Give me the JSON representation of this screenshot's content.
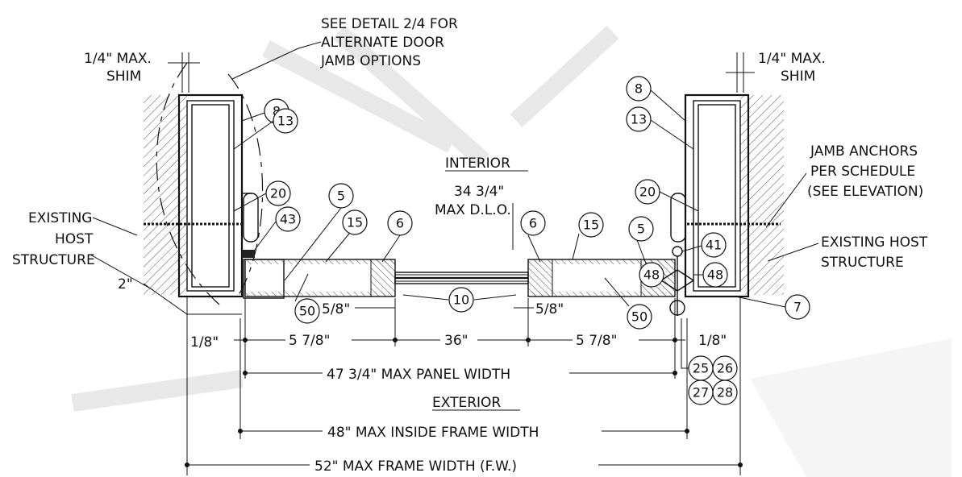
{
  "labels": {
    "see_detail": [
      "SEE DETAIL 2/4 FOR",
      "ALTERNATE DOOR",
      "JAMB OPTIONS"
    ],
    "shim_left": [
      "1/4\" MAX.",
      "SHIM"
    ],
    "shim_right": [
      "1/4\" MAX.",
      "SHIM"
    ],
    "interior": "INTERIOR",
    "exterior": "EXTERIOR",
    "dlo": [
      "34 3/4\"",
      "MAX D.L.O."
    ],
    "jamb_anchors": [
      "JAMB ANCHORS",
      "PER SCHEDULE",
      "(SEE ELEVATION)"
    ],
    "host_left": [
      "EXISTING",
      "HOST",
      "STRUCTURE"
    ],
    "host_right": [
      "EXISTING HOST",
      "STRUCTURE"
    ]
  },
  "dimensions": {
    "d_2": "2\"",
    "d_1_8_left": "1/8\"",
    "d_5_8_left": "5/8\"",
    "d_5_8_right": "5/8\"",
    "d_5_7_8_left": "5 7/8\"",
    "d_36": "36\"",
    "d_5_7_8_right": "5 7/8\"",
    "d_1_8_right": "1/8\"",
    "panel_width": "47 3/4\" MAX PANEL WIDTH",
    "inside_frame_width": "48\" MAX INSIDE FRAME WIDTH",
    "frame_width": "52\" MAX FRAME WIDTH (F.W.)"
  },
  "callouts": {
    "c8_left": "8",
    "c13_left": "13",
    "c20_left": "20",
    "c43": "43",
    "c5_left": "5",
    "c15_left": "15",
    "c6_left": "6",
    "c50_left": "50",
    "c10": "10",
    "c6_right": "6",
    "c15_right": "15",
    "c5_right": "5",
    "c50_right": "50",
    "c8_right": "8",
    "c13_right": "13",
    "c20_right": "20",
    "c41": "41",
    "c48_left": "48",
    "c48_right": "48",
    "c7": "7",
    "c25": "25",
    "c26": "26",
    "c27": "27",
    "c28": "28"
  }
}
